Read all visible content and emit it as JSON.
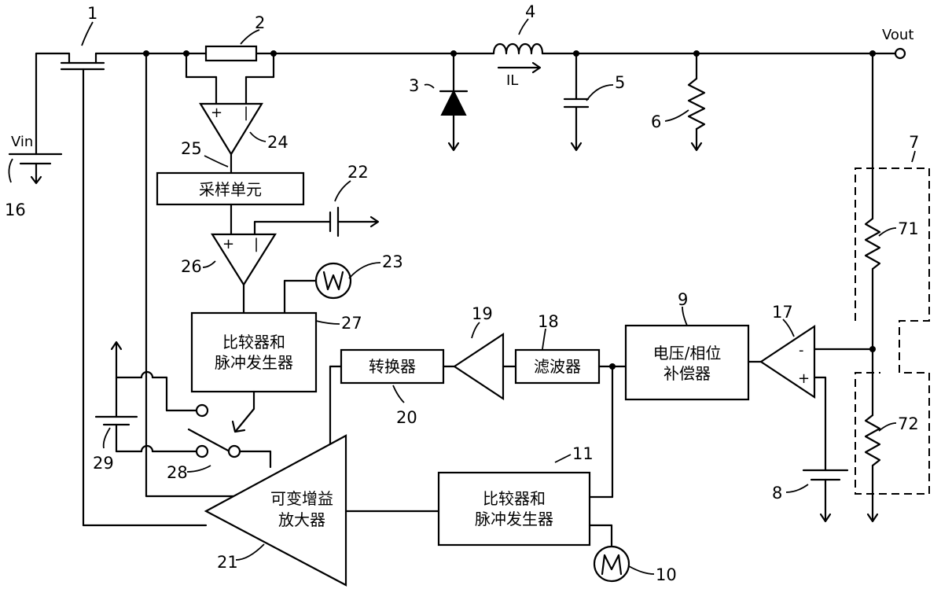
{
  "terminals": {
    "vout": "Vout",
    "vin": "Vin",
    "inductor_current": "IL"
  },
  "blocks": {
    "sampling_unit": "采样单元",
    "comparator_top_line1": "比较器和",
    "comparator_top_line2": "脉冲发生器",
    "converter": "转换器",
    "filter": "滤波器",
    "compensator_line1": "电压/相位",
    "compensator_line2": "补偿器",
    "comparator_bottom_line1": "比较器和",
    "comparator_bottom_line2": "脉冲发生器",
    "vga_line1": "可变增益",
    "vga_line2": "放大器"
  },
  "signs": {
    "plus": "+",
    "minus": "-",
    "bar": "|"
  },
  "oscillators": {
    "top": "W",
    "bottom": "M"
  },
  "refs": {
    "r1": "1",
    "r2": "2",
    "r3": "3",
    "r4": "4",
    "r5": "5",
    "r6": "6",
    "r7": "7",
    "r8": "8",
    "r9": "9",
    "r10": "10",
    "r11": "11",
    "r16": "16",
    "r17": "17",
    "r18": "18",
    "r19": "19",
    "r20": "20",
    "r21": "21",
    "r22": "22",
    "r23": "23",
    "r24": "24",
    "r25": "25",
    "r26": "26",
    "r27": "27",
    "r28": "28",
    "r29": "29",
    "r71": "71",
    "r72": "72"
  }
}
